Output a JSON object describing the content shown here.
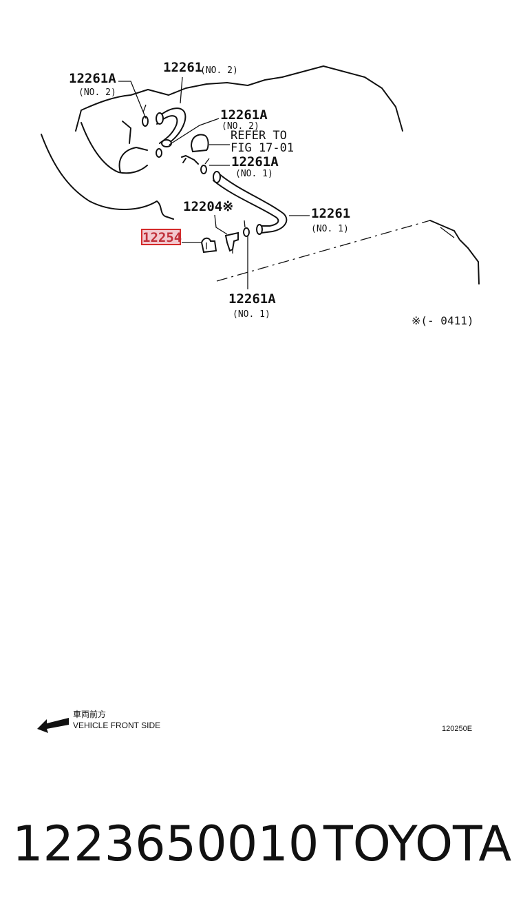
{
  "labels": {
    "hose_no2_clamp_top": "12261A",
    "hose_no2_clamp_top_sub": "(NO. 2)",
    "hose_no2": "12261",
    "hose_no2_sub": "(NO. 2)",
    "clamp_no2_right": "12261A",
    "clamp_no2_right_sub": "(NO. 2)",
    "refer_line1": "REFER TO",
    "refer_line2": "FIG 17-01",
    "clamp_no1_mid": "12261A",
    "clamp_no1_mid_sub": "(NO. 1)",
    "valve": "12204※",
    "hose_no1": "12261",
    "hose_no1_sub": "(NO. 1)",
    "highlighted_part": "12254",
    "clamp_no1_bottom": "12261A",
    "clamp_no1_bottom_sub": "(NO. 1)",
    "footnote": "※(-  0411)"
  },
  "legend": {
    "front_cjk": "車両前方",
    "front_en": "VEHICLE FRONT SIDE"
  },
  "figure_code": "120250E",
  "footer": {
    "part_number": "1223650010",
    "brand": "TOYOTA"
  },
  "colors": {
    "highlight": "#d42a2a",
    "highlight_fill": "#f2c9cf"
  }
}
